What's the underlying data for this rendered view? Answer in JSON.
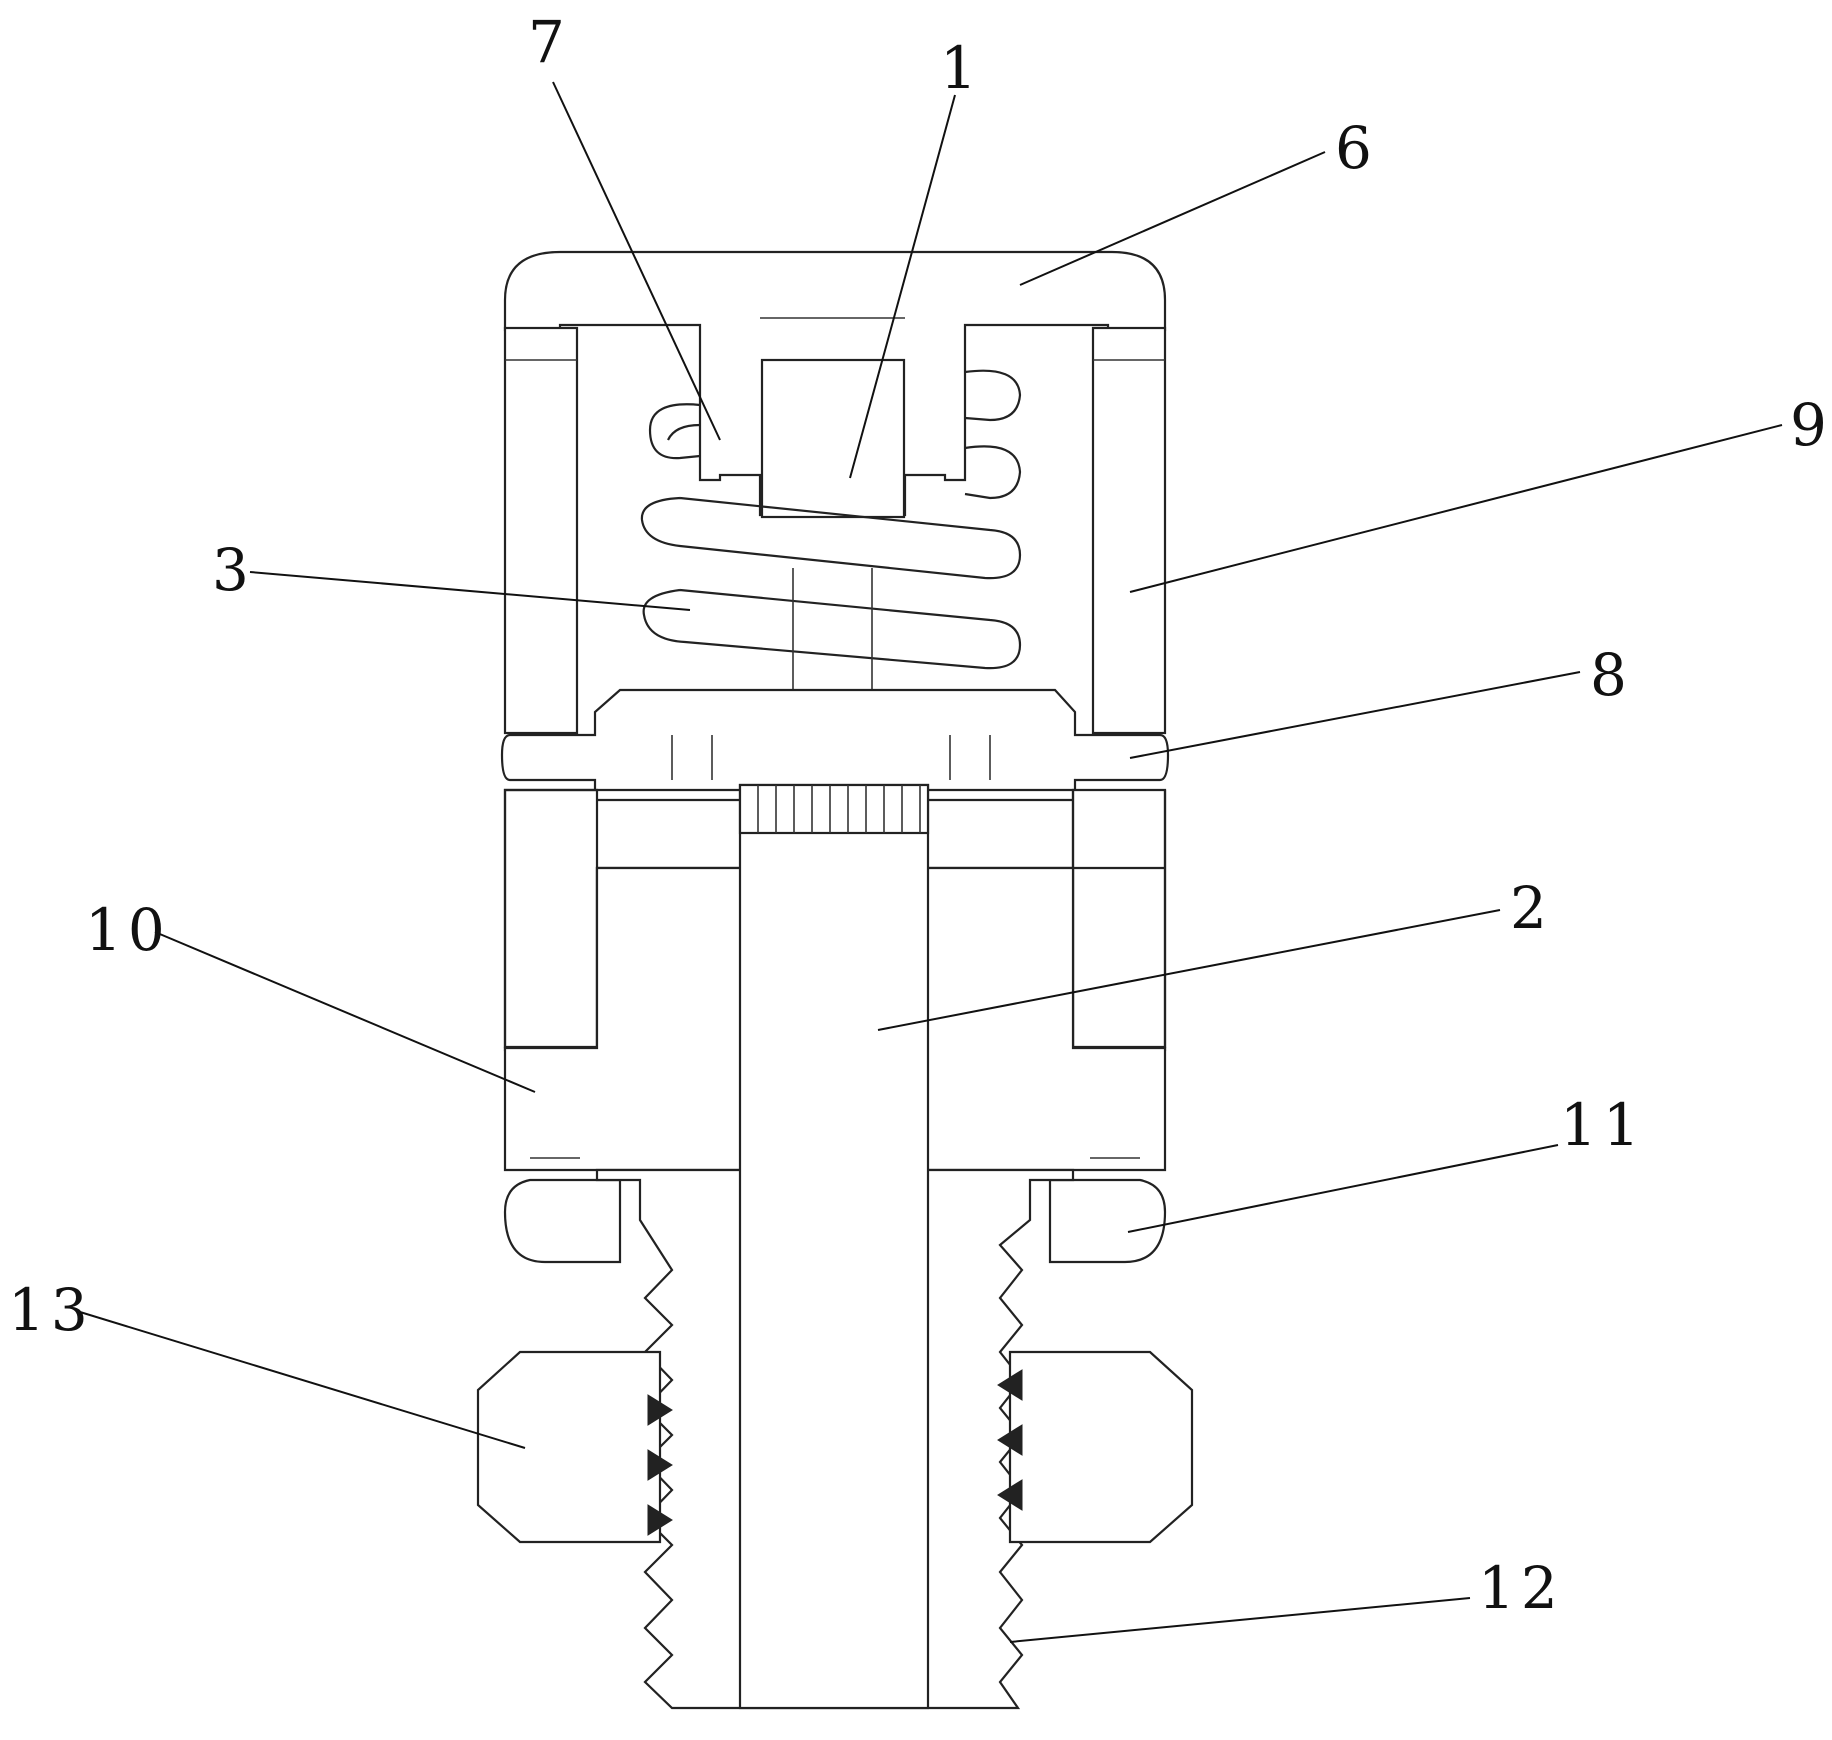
{
  "labels": [
    {
      "id": "1",
      "text": "1"
    },
    {
      "id": "2",
      "text": "2"
    },
    {
      "id": "3",
      "text": "3"
    },
    {
      "id": "6",
      "text": "6"
    },
    {
      "id": "7",
      "text": "7"
    },
    {
      "id": "8",
      "text": "8"
    },
    {
      "id": "9",
      "text": "9"
    },
    {
      "id": "10",
      "text": "10"
    },
    {
      "id": "11",
      "text": "11"
    },
    {
      "id": "12",
      "text": "12"
    },
    {
      "id": "13",
      "text": "13"
    }
  ],
  "colors": {
    "line": "#222222",
    "background": "#ffffff"
  }
}
